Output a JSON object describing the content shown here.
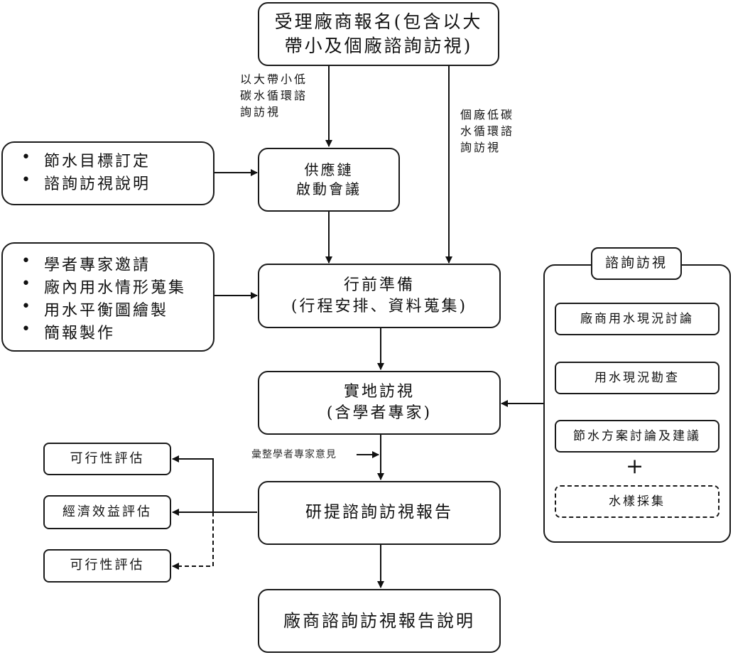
{
  "diagram": {
    "start": {
      "line1": "受理廠商報名(包含以大",
      "line2": "帶小及個廠諮詢訪視)"
    },
    "branch_left_label": [
      "以大帶小低",
      "碳水循環諮",
      "詢訪視"
    ],
    "branch_right_label": [
      "個廠低碳",
      "水循環諮",
      "詢訪視"
    ],
    "kickoff": {
      "line1": "供應鏈",
      "line2": "啟動會議"
    },
    "kickoff_inputs": [
      "節水目標訂定",
      "諮詢訪視說明"
    ],
    "prep": {
      "line1": "行前準備",
      "line2": "(行程安排、資料蒐集)"
    },
    "prep_inputs": [
      "學者專家邀請",
      "廠內用水情形蒐集",
      "用水平衡圖繪製",
      "簡報製作"
    ],
    "site_visit": {
      "line1": "實地訪視",
      "line2": "(含學者專家)"
    },
    "consult_panel": {
      "title": "諮詢訪視",
      "steps": [
        "廠商用水現況討論",
        "用水現況勘查",
        "節水方案討論及建議"
      ],
      "plus": "+",
      "optional": "水樣採集"
    },
    "expert_opinion_label": "彙整學者專家意見",
    "report": "研提諮詢訪視報告",
    "evaluations": [
      "可行性評估",
      "經濟效益評估",
      "可行性評估"
    ],
    "final": "廠商諮詢訪視報告說明"
  }
}
